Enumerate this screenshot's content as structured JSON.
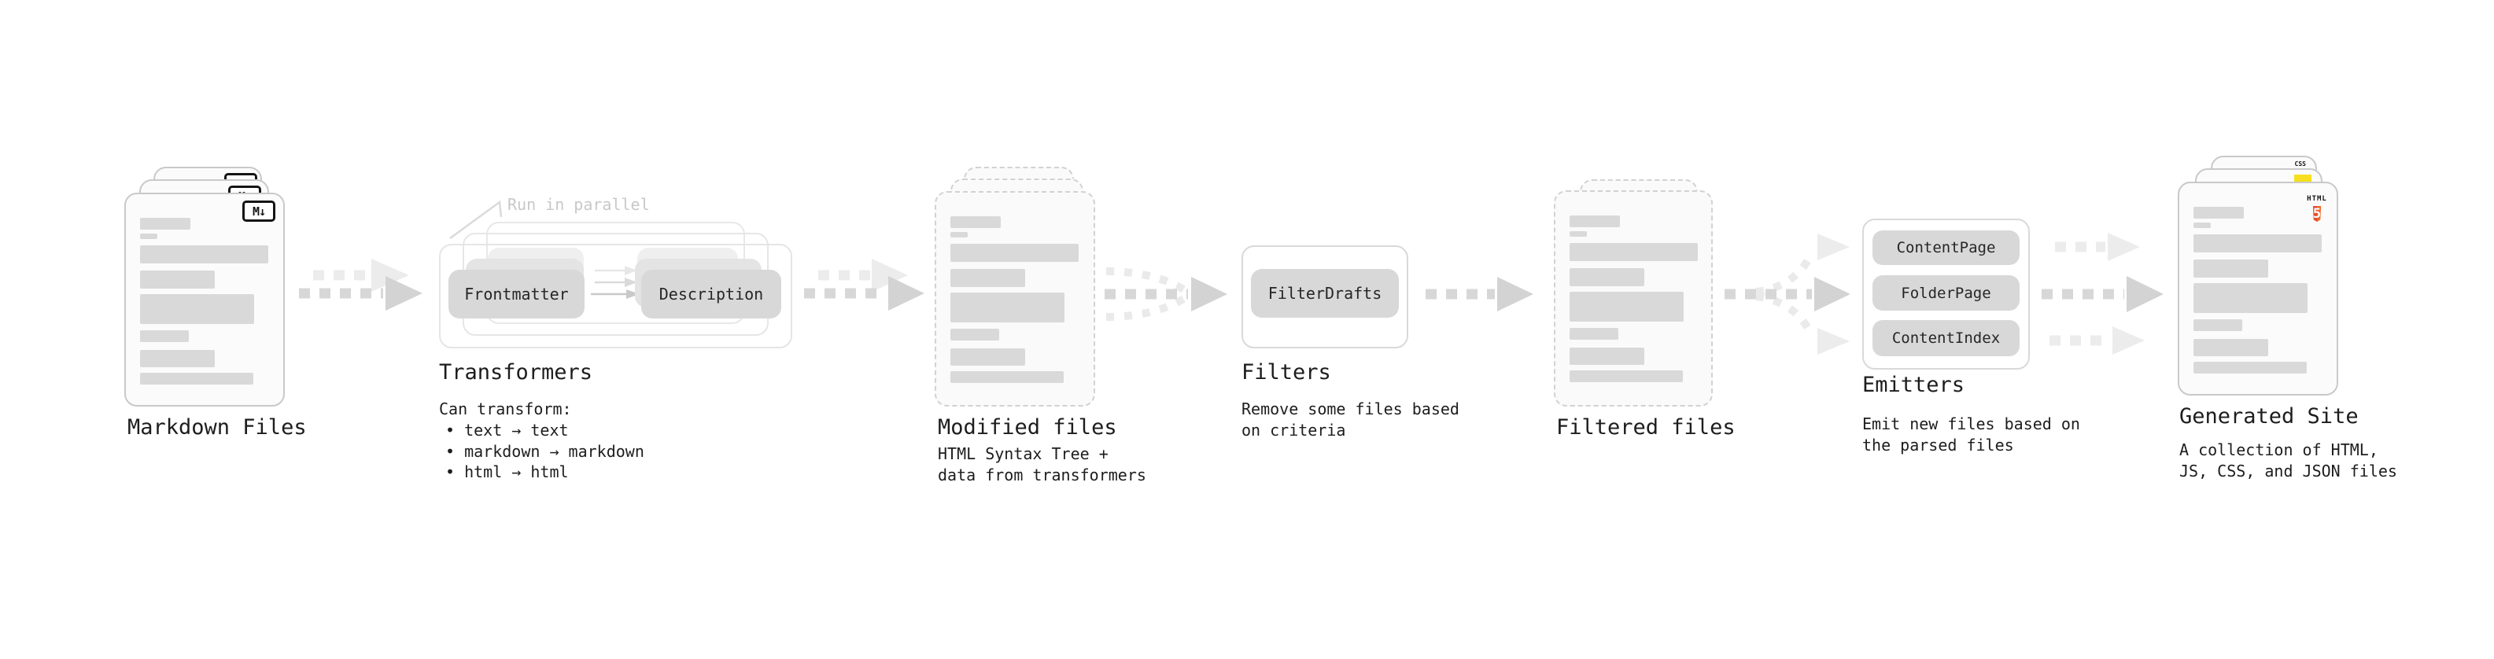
{
  "colors": {
    "html5_orange": "#e44d26",
    "html5_orange_light": "#f16529",
    "js_yellow": "#f7df1e",
    "css_blue": "#2965f1",
    "text_dark": "#1d1d1d",
    "muted_gray": "#c8c8c8",
    "bar_gray": "#d9d9d9"
  },
  "stages": {
    "markdown": {
      "label": "Markdown Files",
      "icon": "M↓"
    },
    "transformers": {
      "label": "Transformers",
      "note": "Run in parallel",
      "input_button": "Frontmatter",
      "output_button": "Description",
      "caption_title": "Can transform:",
      "bullets": "• text → text\n• markdown → markdown\n• html → html"
    },
    "modified": {
      "label": "Modified files",
      "caption": "HTML Syntax Tree +\ndata from transformers"
    },
    "filters": {
      "label": "Filters",
      "button": "FilterDrafts",
      "caption": "Remove some files based\non criteria"
    },
    "filtered": {
      "label": "Filtered files"
    },
    "emitters": {
      "label": "Emitters",
      "buttons": [
        "ContentPage",
        "FolderPage",
        "ContentIndex"
      ],
      "caption": "Emit new files based on\nthe parsed files"
    },
    "generated": {
      "label": "Generated Site",
      "caption": "A collection of HTML,\nJS, CSS, and JSON files",
      "icons": {
        "html_label": "HTML",
        "html_number": "5",
        "css_label": "CSS"
      }
    }
  }
}
